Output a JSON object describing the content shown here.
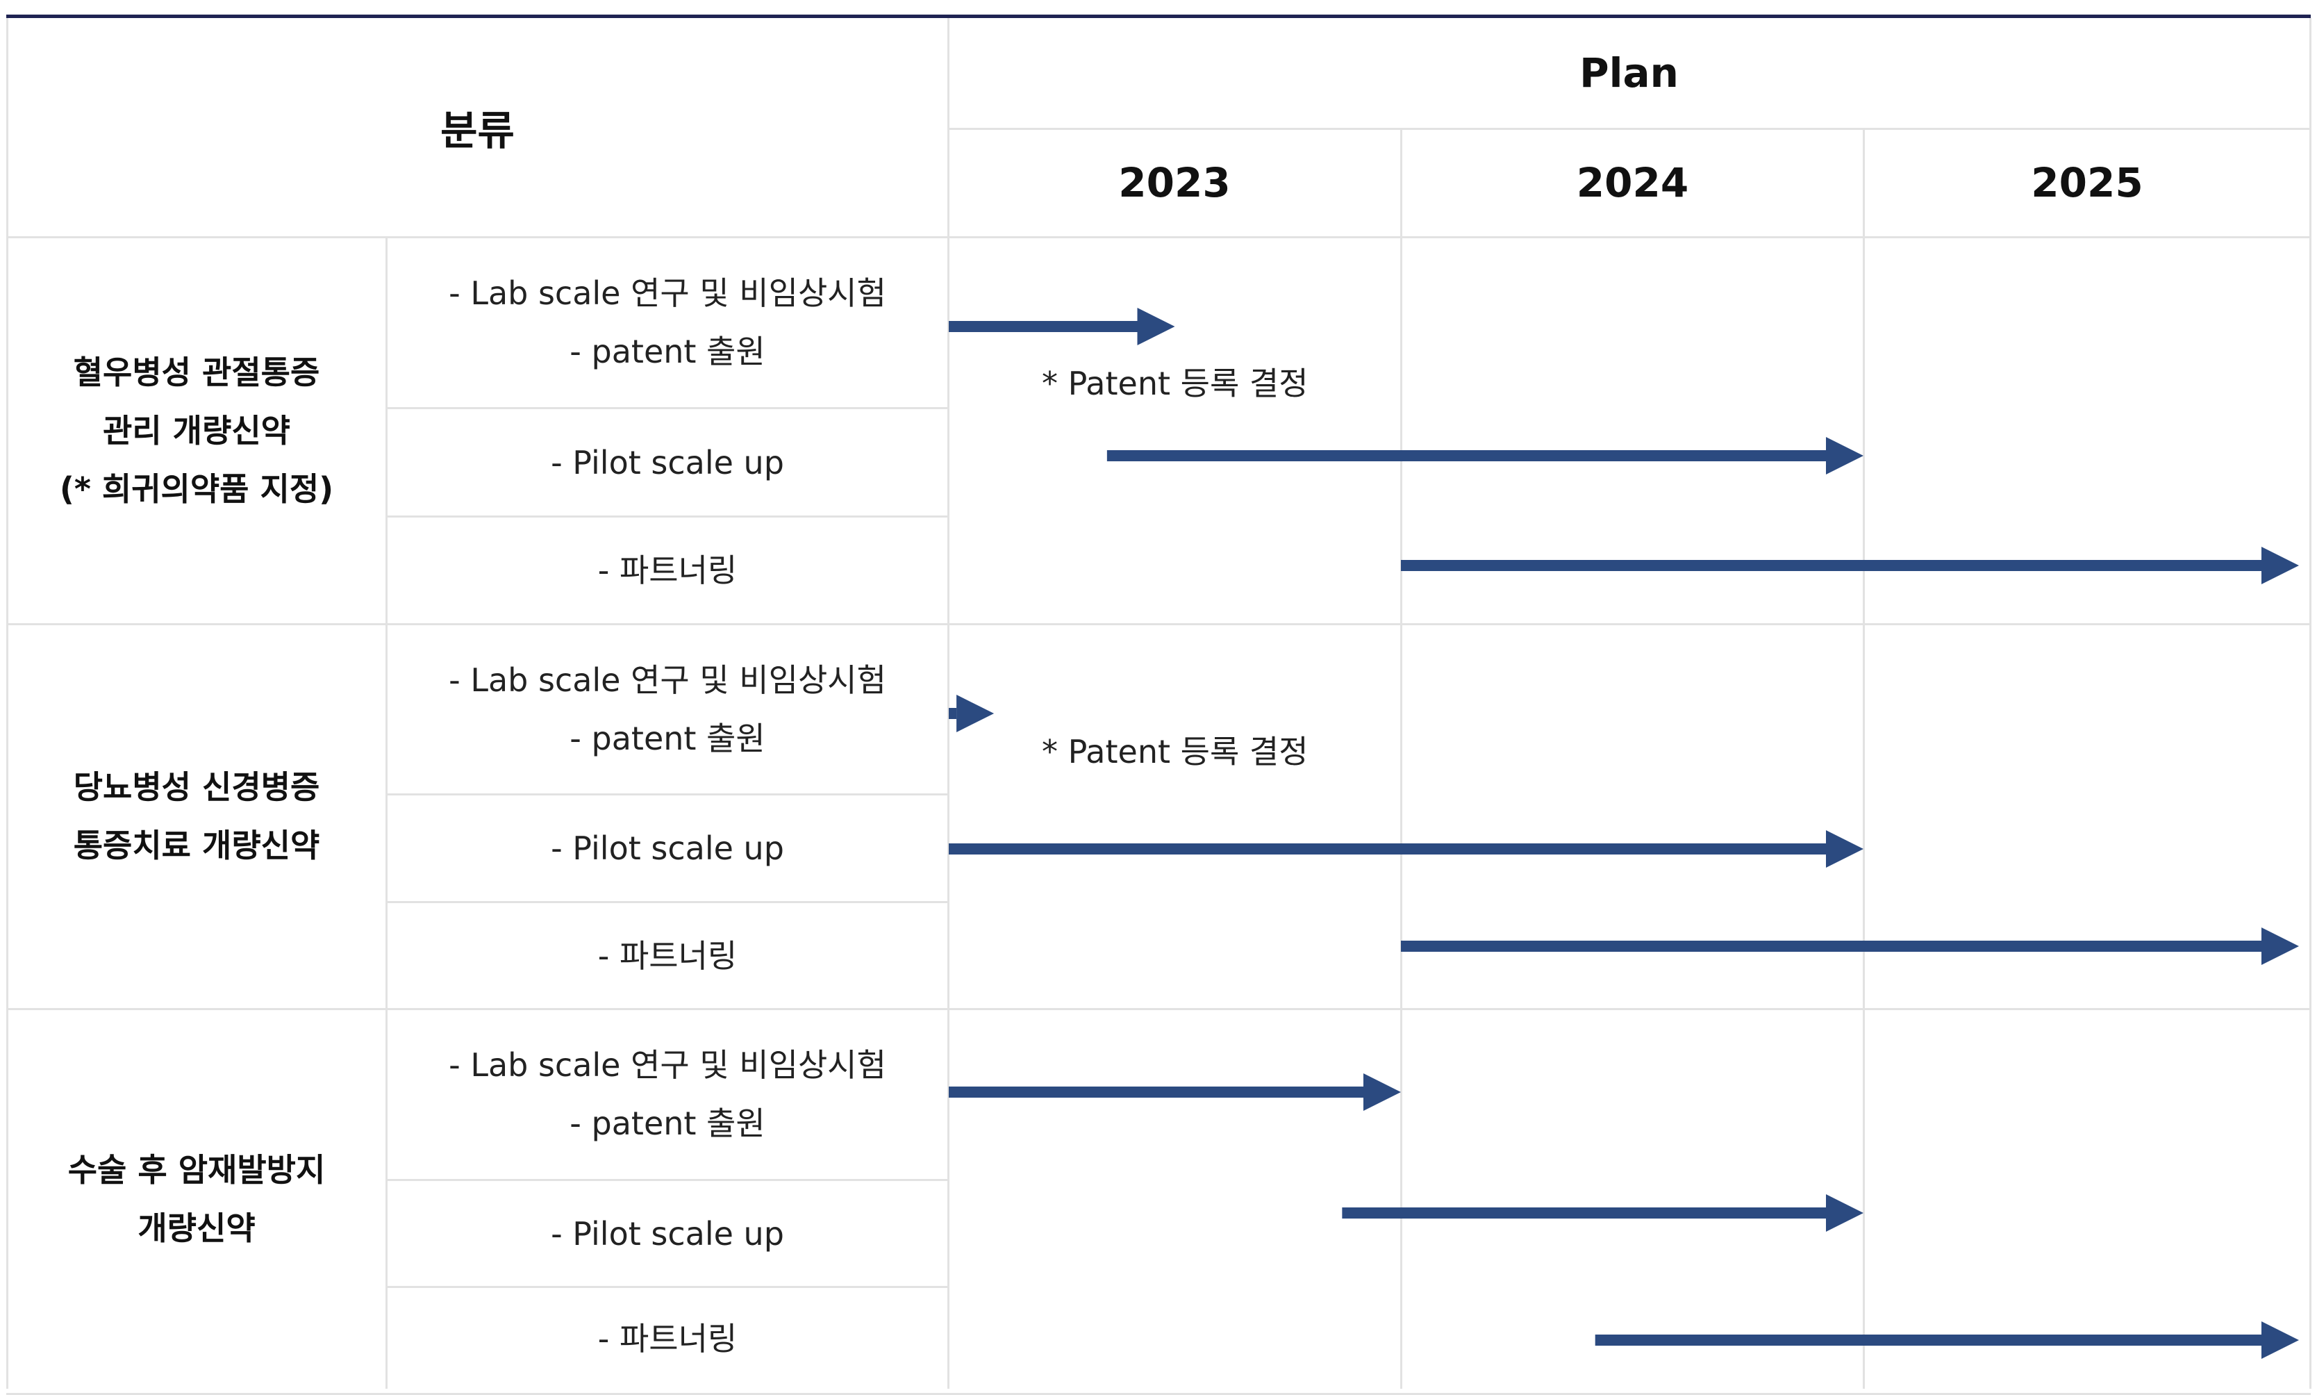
{
  "header": {
    "category": "분류",
    "plan": "Plan",
    "years": [
      "2023",
      "2024",
      "2025"
    ]
  },
  "groups": [
    {
      "name_lines": [
        "혈우병성 관절통증",
        "관리 개량신약",
        "(* 희귀의약품 지정)"
      ],
      "tasks": [
        {
          "lines": [
            "- Lab scale 연구 및 비임상시험",
            "- patent 출원"
          ]
        },
        {
          "lines": [
            "- Pilot scale up"
          ]
        },
        {
          "lines": [
            "- 파트너링"
          ]
        }
      ],
      "note": "* Patent 등록 결정"
    },
    {
      "name_lines": [
        "당뇨병성 신경병증",
        "통증치료 개량신약"
      ],
      "tasks": [
        {
          "lines": [
            "- Lab scale 연구 및 비임상시험",
            "- patent 출원"
          ]
        },
        {
          "lines": [
            "- Pilot scale up"
          ]
        },
        {
          "lines": [
            "- 파트너링"
          ]
        }
      ],
      "note": "* Patent 등록 결정"
    },
    {
      "name_lines": [
        "수술 후 암재발방지",
        "개량신약"
      ],
      "tasks": [
        {
          "lines": [
            "- Lab scale 연구 및 비임상시험",
            "- patent 출원"
          ]
        },
        {
          "lines": [
            "- Pilot scale up"
          ]
        },
        {
          "lines": [
            "- 파트너링"
          ]
        }
      ]
    }
  ],
  "timeline": {
    "start": 2023.0,
    "end": 2026.0,
    "arrow_color": "#2b4a80",
    "bars": [
      {
        "group": 0,
        "task": 0,
        "from": 2023.0,
        "to": 2023.5
      },
      {
        "group": 0,
        "task": 1,
        "from": 2023.35,
        "to": 2025.0
      },
      {
        "group": 0,
        "task": 2,
        "from": 2024.0,
        "to": 2026.0
      },
      {
        "group": 1,
        "task": 0,
        "from": 2023.0,
        "to": 2023.1
      },
      {
        "group": 1,
        "task": 1,
        "from": 2023.0,
        "to": 2025.0
      },
      {
        "group": 1,
        "task": 2,
        "from": 2024.0,
        "to": 2026.0
      },
      {
        "group": 2,
        "task": 0,
        "from": 2023.0,
        "to": 2024.0
      },
      {
        "group": 2,
        "task": 1,
        "from": 2023.87,
        "to": 2025.0
      },
      {
        "group": 2,
        "task": 2,
        "from": 2024.42,
        "to": 2026.0
      }
    ]
  }
}
